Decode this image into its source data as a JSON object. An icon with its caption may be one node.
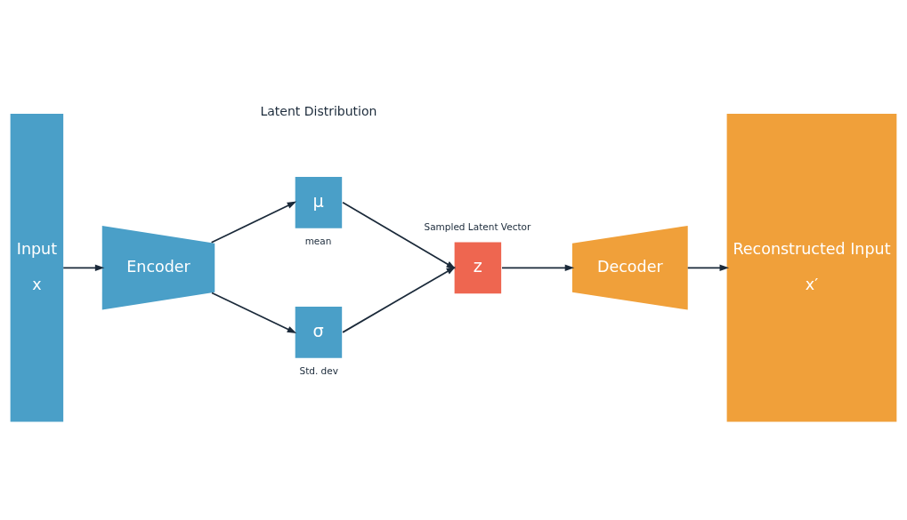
{
  "diagram": {
    "nodes": [
      {
        "text": [
          "Input",
          "x"
        ]
      },
      {
        "text": [
          "Encoder"
        ]
      },
      {
        "text": [
          "μ"
        ],
        "beside": [
          "mean"
        ]
      },
      {
        "text": [
          "σ"
        ],
        "beside": [
          "Std. dev"
        ]
      },
      {
        "text": [
          "z"
        ],
        "beside": [
          "Sampled Latent Vector"
        ]
      },
      {
        "text": [
          "Decoder"
        ]
      },
      {
        "text": [
          "Reconstructed Input",
          "x′"
        ]
      }
    ],
    "edges": [
      {
        "from": 0,
        "to": 1,
        "arrow": "to"
      },
      {
        "from": 1,
        "to": 2,
        "arrow": "to"
      },
      {
        "from": 1,
        "to": 3,
        "arrow": "to"
      },
      {
        "from": 2,
        "to": 4,
        "arrow": "to"
      },
      {
        "from": 3,
        "to": 4,
        "arrow": "to"
      },
      {
        "from": 4,
        "to": 5,
        "arrow": "to"
      },
      {
        "from": 5,
        "to": 6,
        "arrow": "to"
      }
    ],
    "labels": [
      "Latent Distribution"
    ]
  }
}
